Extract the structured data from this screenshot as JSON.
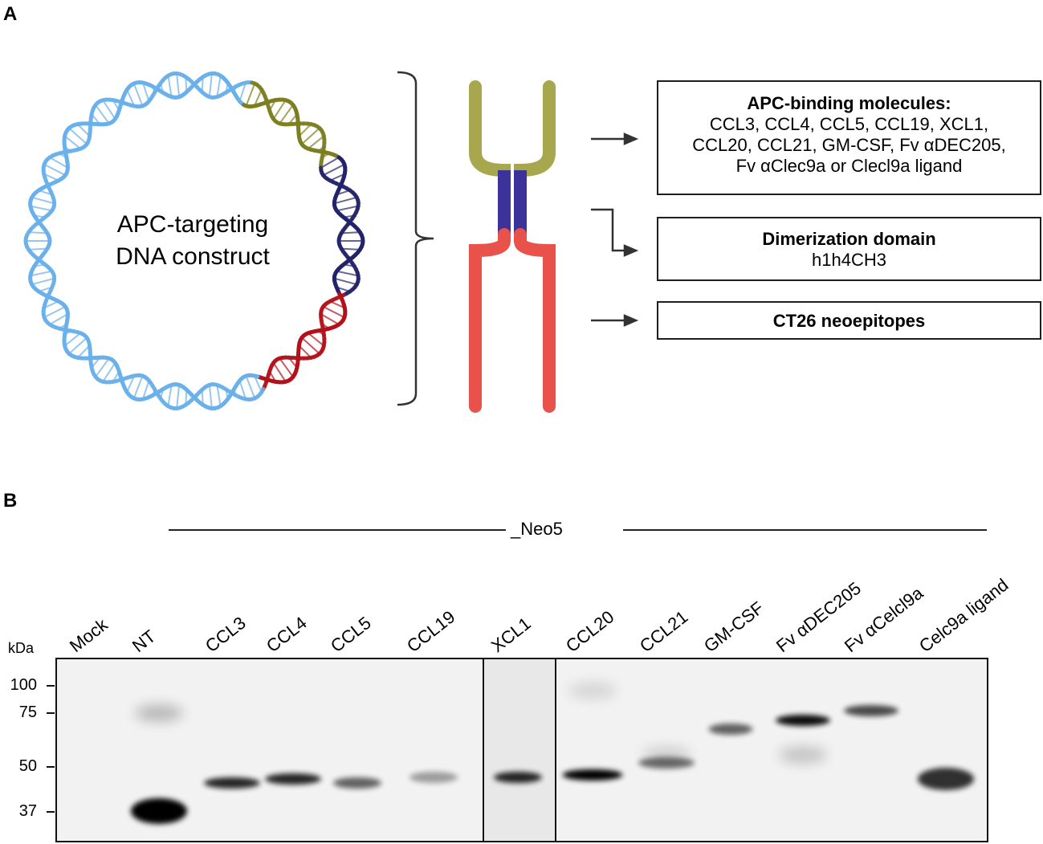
{
  "panel_a": {
    "letter": "A",
    "plasmid_label": [
      "APC-targeting",
      "DNA construct"
    ],
    "boxes": [
      {
        "title": "APC-binding molecules:",
        "lines": [
          "CCL3, CCL4, CCL5, CCL19, XCL1,",
          "CCL20, CCL21, GM-CSF, Fv αDEC205,",
          "Fv αClec9a or Clecl9a ligand"
        ],
        "color": "#c9c98a"
      },
      {
        "title": "Dimerization domain",
        "lines": [
          "h1h4CH3"
        ],
        "color": "#a99be4"
      },
      {
        "title": "CT26 neoepitopes",
        "lines": [],
        "color": "#f4a097"
      }
    ],
    "colors": {
      "binding": "#a7a84e",
      "dimer": "#3b3399",
      "neo": "#e8524a",
      "dna_blue": "#6ab0ea",
      "dna_olive": "#7c7f1f",
      "dna_navy": "#23236b",
      "dna_red": "#b3111a"
    }
  },
  "panel_b": {
    "letter": "B",
    "group_label": "_Neo5",
    "kda_title": "kDa",
    "markers": [
      "100",
      "75",
      "50",
      "37"
    ],
    "lanes": [
      "Mock",
      "NT",
      "CCL3",
      "CCL4",
      "CCL5",
      "CCL19",
      "XCL1",
      "CCL20",
      "CCL21",
      "GM-CSF",
      "Fv αDEC205",
      "Fv αCelcl9a",
      "Celc9a ligand"
    ],
    "band_intensity": [
      0,
      1.0,
      0.85,
      0.85,
      0.6,
      0.35,
      0.85,
      1.0,
      0.55,
      0.6,
      0.95,
      0.7,
      0.8
    ]
  }
}
